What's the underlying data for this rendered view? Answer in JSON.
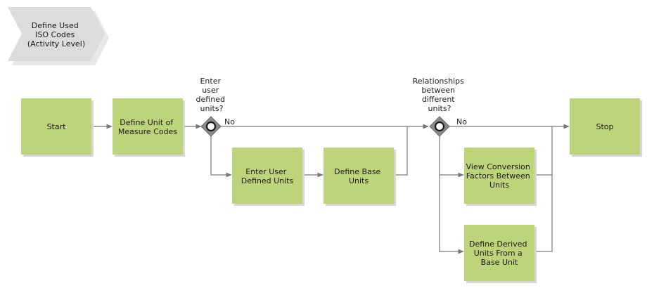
{
  "process_interface": {
    "lines": [
      "Define Used",
      "ISO Codes",
      "(Activity Level)"
    ]
  },
  "activities": {
    "start": {
      "lines": [
        "Start"
      ]
    },
    "define_uom_codes": {
      "lines": [
        "Define Unit of",
        "Measure Codes"
      ]
    },
    "enter_user_defined_units": {
      "lines": [
        "Enter User",
        "Defined Units"
      ]
    },
    "define_base_units": {
      "lines": [
        "Define Base",
        "Units"
      ]
    },
    "view_conversion_factors": {
      "lines": [
        "View Conversion",
        "Factors Between",
        "Units"
      ]
    },
    "define_derived_units": {
      "lines": [
        "Define Derived",
        "Units From a",
        "Base Unit"
      ]
    },
    "stop": {
      "lines": [
        "Stop"
      ]
    }
  },
  "gateways": {
    "enter_user_defined": {
      "question": [
        "Enter",
        "user",
        "defined",
        "units?"
      ],
      "no_label": "No"
    },
    "relationships": {
      "question": [
        "Relationships",
        "between",
        "different",
        "units?"
      ],
      "no_label": "No"
    }
  },
  "colors": {
    "activity_fill": "#bdd47a",
    "activity_shadow": "#d6d6d6",
    "interface_fill": "#dcdcdc",
    "gateway_fill": "#8a8a8a",
    "connector": "#7a7a7a"
  }
}
